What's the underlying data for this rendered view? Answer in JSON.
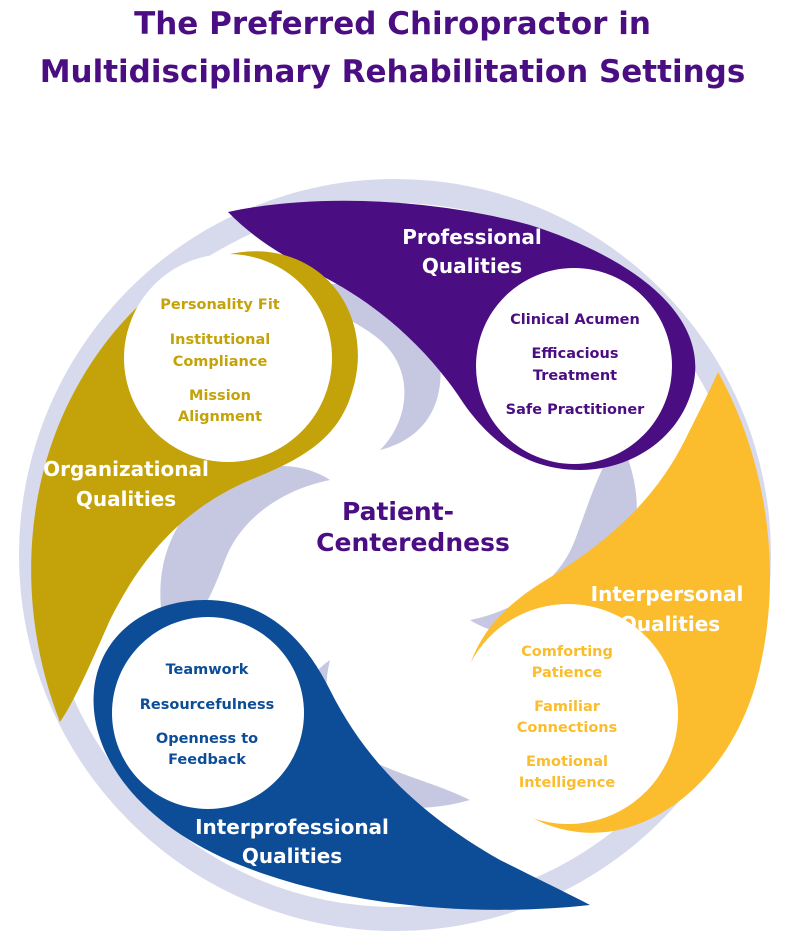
{
  "title": {
    "line1": "The Preferred Chiropractor in",
    "line2": "Multidisciplinary Rehabilitation Settings"
  },
  "center": {
    "line1": "Patient-",
    "line2": "Centeredness"
  },
  "colors": {
    "ring": "#d7d9ec",
    "shadow": "#c6c8e2",
    "professional": "#4b0e82",
    "organizational": "#c4a20a",
    "interprofessional": "#0d4d97",
    "interpersonal": "#fbbd2d",
    "center_text": "#4b0e82"
  },
  "petals": {
    "professional": {
      "label": [
        "Professional",
        "Qualities"
      ],
      "items": [
        [
          "Clinical Acumen"
        ],
        [
          "Efficacious",
          "Treatment"
        ],
        [
          "Safe Practitioner"
        ]
      ]
    },
    "organizational": {
      "label": [
        "Organizational",
        "Qualities"
      ],
      "items": [
        [
          "Personality Fit"
        ],
        [
          "Institutional",
          "Compliance"
        ],
        [
          "Mission",
          "Alignment"
        ]
      ]
    },
    "interprofessional": {
      "label": [
        "Interprofessional",
        "Qualities"
      ],
      "items": [
        [
          "Teamwork"
        ],
        [
          "Resourcefulness"
        ],
        [
          "Openness to",
          "Feedback"
        ]
      ]
    },
    "interpersonal": {
      "label": [
        "Interpersonal",
        "Qualities"
      ],
      "items": [
        [
          "Comforting",
          "Patience"
        ],
        [
          "Familiar",
          "Connections"
        ],
        [
          "Emotional",
          "Intelligence"
        ]
      ]
    }
  }
}
